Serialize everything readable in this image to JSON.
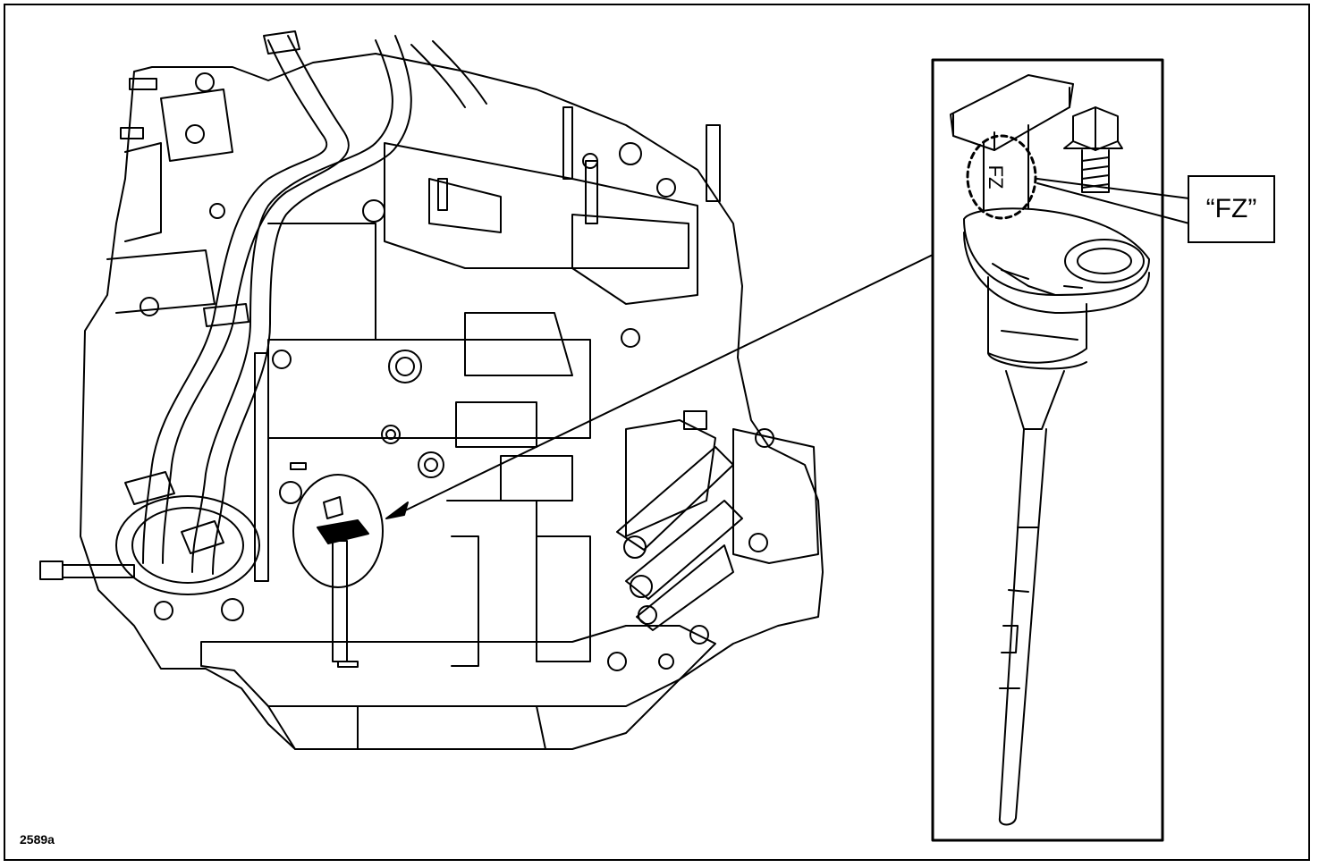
{
  "figure": {
    "reference_code": "2589a",
    "callout_label": "“FZ”",
    "engraved_marking": "FZ"
  },
  "colors": {
    "line": "#000000",
    "background": "#ffffff"
  }
}
